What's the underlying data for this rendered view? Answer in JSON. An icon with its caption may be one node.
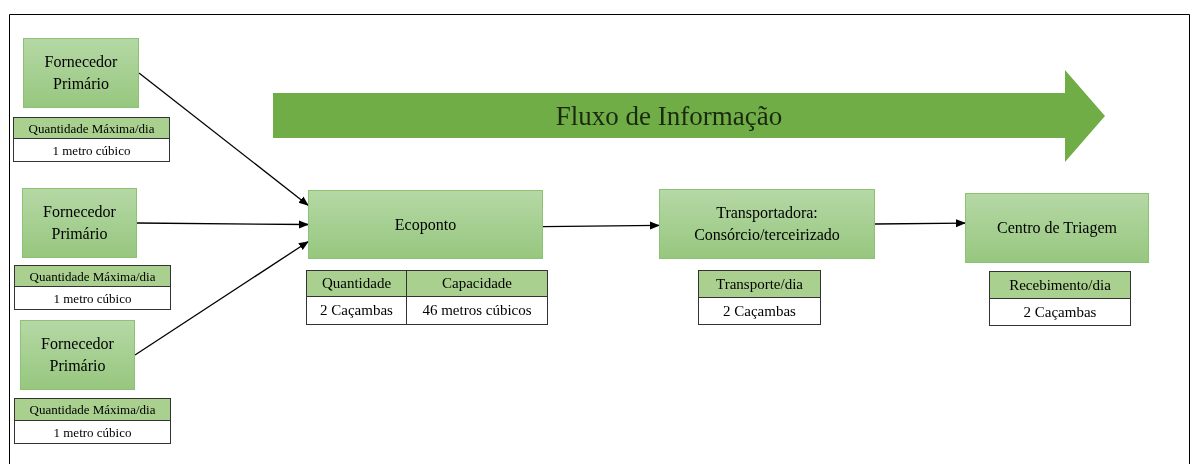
{
  "diagram": {
    "nodes": [
      {
        "text": [
          "Fornecedor Primário"
        ]
      },
      {
        "text": [
          "Fornecedor Primário"
        ]
      },
      {
        "text": [
          "Fornecedor Primário"
        ]
      },
      {
        "text": [
          "Ecoponto"
        ]
      },
      {
        "text": [
          "Transportadora: Consórcio/terceirizado"
        ]
      },
      {
        "text": [
          "Centro de Triagem"
        ]
      },
      {
        "text": [
          "Fluxo de Informação"
        ]
      }
    ],
    "edges": [
      {
        "from": 0,
        "to": 3,
        "arrow": "to"
      },
      {
        "from": 1,
        "to": 3,
        "arrow": "to"
      },
      {
        "from": 2,
        "to": 3,
        "arrow": "to"
      },
      {
        "from": 3,
        "to": 4,
        "arrow": "to"
      },
      {
        "from": 4,
        "to": 5,
        "arrow": "to"
      }
    ],
    "labels": [
      "Quantidade Máxima/dia",
      "1 metro cúbico",
      "Quantidade Máxima/dia",
      "1 metro cúbico",
      "Quantidade Máxima/dia",
      "1 metro cúbico",
      "Quantidade",
      "Capacidade",
      "2 Caçambas",
      "46 metros cúbicos",
      "Transporte/dia",
      "2 Caçambas",
      "Recebimento/dia",
      "2 Caçambas"
    ]
  }
}
